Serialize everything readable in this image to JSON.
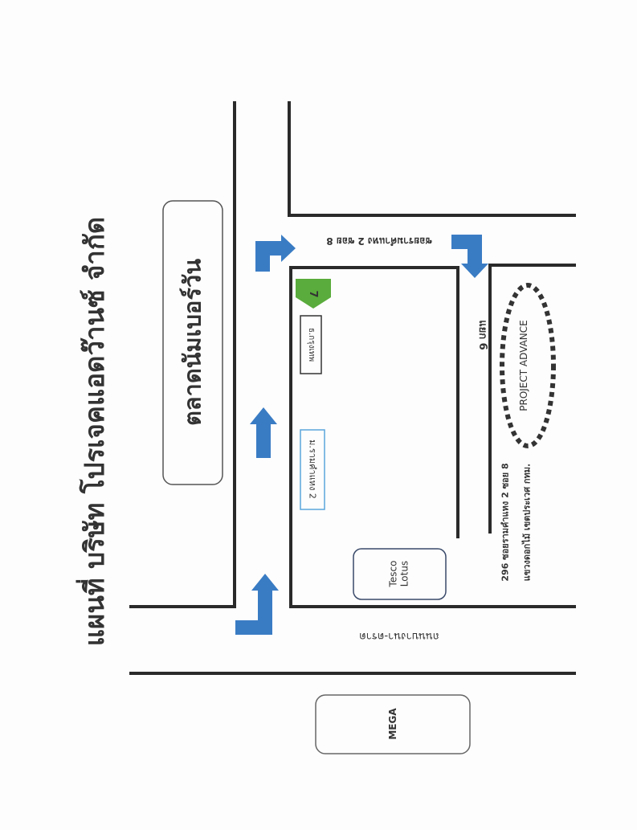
{
  "title": "แผนที่ บริษัท โปรเจคแอดว๊านซ์ จำกัด",
  "landmarks": {
    "market": "ตลาดนัมเบอร์วัน",
    "seven_eleven": "7",
    "bank": "ธ.กรุงเทพ",
    "university": "ม.รามคำแหง 2",
    "tesco_line1": "Tesco",
    "tesco_line2": "Lotus",
    "mega": "MEGA",
    "company": "PROJECT ADVANCE"
  },
  "roads": {
    "main_road": "ถนนบางนา-ตราด",
    "soi": "ซอยรามคำแหง 2 ซอย 8",
    "junction": "แยก 6"
  },
  "address": {
    "line1": "296 ซอยรามคำแหง 2 ซอย 8",
    "line2": "แขวงดอกไม้ เขตประเวศ กทม."
  },
  "colors": {
    "arrow": "#3a7cc4",
    "seven_eleven": "#5aac3c",
    "university_border": "#5aa5dc"
  }
}
